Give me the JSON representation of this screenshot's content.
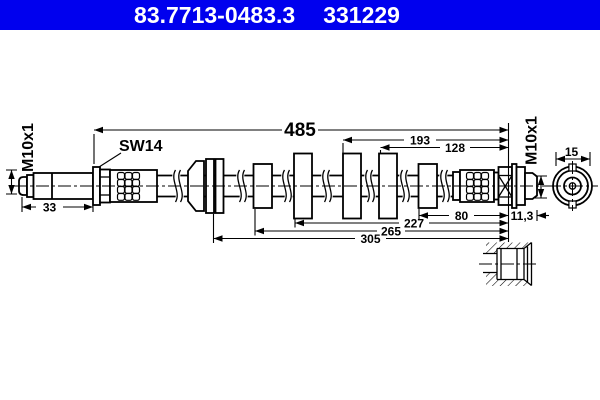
{
  "header": {
    "part_number": "83.7713-0483.3",
    "reference_number": "331229"
  },
  "colors": {
    "header_background": "#0000ee",
    "header_text": "#ffffff",
    "drawing_lines": "#000000",
    "background": "#ffffff"
  },
  "dims": {
    "overall": "485",
    "hex": "SW14",
    "thread_left": "M10x1",
    "thread_right": "M10x1",
    "thread_len": "33",
    "a193": "193",
    "a128": "128",
    "a80": "80",
    "a11_3": "11,3",
    "a227": "227",
    "a265": "265",
    "a305": "305",
    "dia15": "15"
  }
}
